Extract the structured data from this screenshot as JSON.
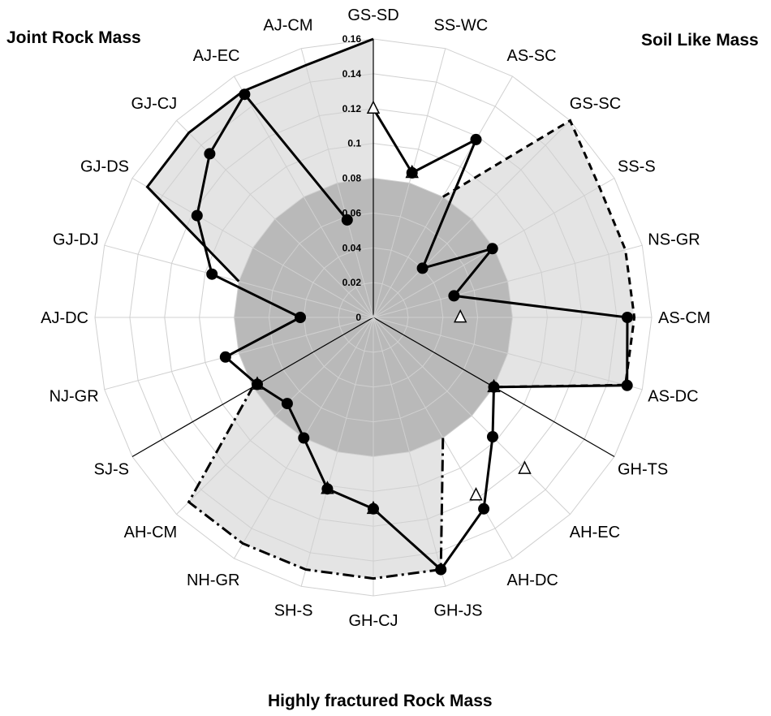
{
  "groups": {
    "joint": "Joint Rock Mass",
    "soil": "Soil Like Mass",
    "highly": "Highly fractured Rock Mass"
  },
  "chart_data": {
    "type": "radar",
    "categories": [
      "GS-SD",
      "SS-WC",
      "AS-SC",
      "GS-SC",
      "SS-S",
      "NS-GR",
      "AS-CM",
      "AS-DC",
      "GH-TS",
      "AH-EC",
      "AH-DC",
      "GH-JS",
      "GH-CJ",
      "SH-S",
      "NH-GR",
      "AH-CM",
      "SJ-S",
      "NJ-GR",
      "AJ-DC",
      "GJ-DJ",
      "GJ-DS",
      "GJ-CJ",
      "AJ-EC",
      "AJ-CM"
    ],
    "rlim": [
      0,
      0.16
    ],
    "ticks": [
      "0",
      "0.02",
      "0.04",
      "0.06",
      "0.08",
      "0.1",
      "0.12",
      "0.14",
      "0.16"
    ],
    "grid": true,
    "inner_region": {
      "value": 0.08,
      "color": "#b9b9b9"
    },
    "sectors": [
      {
        "group": "soil",
        "from_index": 0,
        "to_index": 8,
        "envelope": [
          0.08,
          0.08,
          0.08,
          0.16,
          0.15,
          0.15,
          0.15,
          0.15,
          0.08
        ],
        "style": "dashed",
        "fill": "#e4e4e4"
      },
      {
        "group": "highly",
        "from_index": 8,
        "to_index": 16,
        "envelope": [
          0.08,
          0.08,
          0.08,
          0.15,
          0.15,
          0.15,
          0.15,
          0.15,
          0.08
        ],
        "style": "dashdot",
        "fill": "#e4e4e4"
      },
      {
        "group": "joint",
        "from_index": 16,
        "to_index": 24,
        "envelope": [
          0.08,
          0.08,
          0.08,
          0.08,
          0.15,
          0.15,
          0.15,
          0.15,
          0.16
        ],
        "style": "solid",
        "fill": "#e4e4e4"
      }
    ],
    "series": [
      {
        "marker": "triangle",
        "points": [
          [
            0,
            0.12
          ],
          [
            1,
            0.086
          ],
          [
            6,
            0.05
          ],
          [
            8,
            0.08
          ],
          [
            9,
            0.123
          ],
          [
            10,
            0.118
          ],
          [
            12,
            0.11
          ],
          [
            13,
            0.102
          ],
          [
            16,
            0.077
          ]
        ]
      },
      {
        "marker": "circle",
        "points": [
          [
            1,
            0.086
          ],
          [
            2,
            0.118
          ],
          [
            3,
            0.04
          ],
          [
            4,
            0.079
          ],
          [
            5,
            0.048
          ],
          [
            6,
            0.146
          ],
          [
            7,
            0.151
          ],
          [
            8,
            0.08
          ],
          [
            9,
            0.097
          ],
          [
            10,
            0.127
          ],
          [
            11,
            0.15
          ],
          [
            12,
            0.11
          ],
          [
            13,
            0.102
          ],
          [
            14,
            0.08
          ],
          [
            15,
            0.07
          ],
          [
            16,
            0.077
          ],
          [
            17,
            0.088
          ],
          [
            18,
            0.042
          ],
          [
            19,
            0.096
          ],
          [
            20,
            0.117
          ],
          [
            21,
            0.133
          ],
          [
            22,
            0.148
          ],
          [
            23,
            0.058
          ]
        ]
      }
    ]
  }
}
